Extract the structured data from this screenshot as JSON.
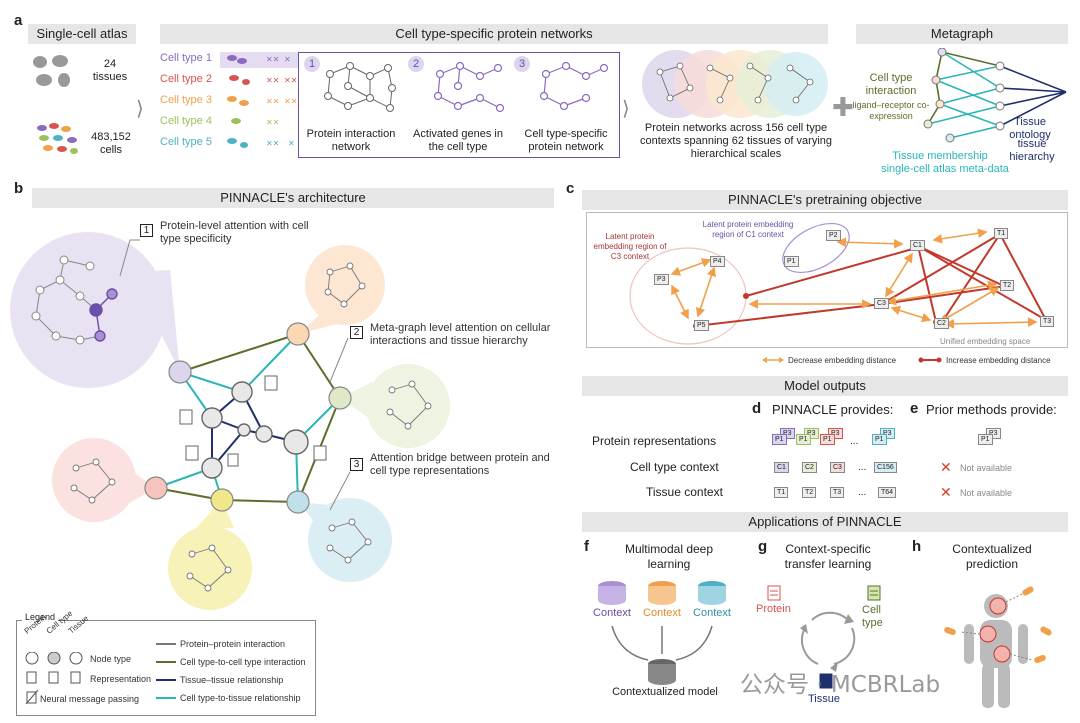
{
  "panel_labels": {
    "a": "a",
    "b": "b",
    "c": "c",
    "d": "d",
    "e": "e",
    "f": "f",
    "g": "g",
    "h": "h"
  },
  "panel_a": {
    "atlas_title": "Single-cell atlas",
    "tissues_count": "24",
    "tissues_label": "tissues",
    "cells_count": "483,152",
    "cells_label": "cells",
    "networks_title": "Cell type-specific protein networks",
    "cell_types": [
      {
        "label": "Cell type 1",
        "color": "#8a6bbf"
      },
      {
        "label": "Cell type 2",
        "color": "#d9534f"
      },
      {
        "label": "Cell type 3",
        "color": "#f0a04b"
      },
      {
        "label": "Cell type 4",
        "color": "#9bc25a"
      },
      {
        "label": "Cell type 5",
        "color": "#4fb0c6"
      }
    ],
    "steps": [
      {
        "num": "1",
        "label": "Protein interaction network"
      },
      {
        "num": "2",
        "label": "Activated genes in the cell type"
      },
      {
        "num": "3",
        "label": "Cell type-specific protein network"
      }
    ],
    "networks_caption": "Protein networks across 156 cell type contexts spanning 62 tissues of varying hierarchical scales",
    "metagraph_title": "Metagraph",
    "mg_cell_type_interaction": "Cell type interaction",
    "mg_ligand_receptor": "ligand–receptor co-expression",
    "mg_tissue_ontology": "Tissue ontology",
    "mg_tissue_hierarchy": "tissue hierarchy",
    "mg_tissue_membership": "Tissue membership",
    "mg_atlas_meta": "single-cell atlas meta-data"
  },
  "panel_b": {
    "title": "PINNACLE's architecture",
    "callouts": [
      {
        "num": "1",
        "text": "Protein-level attention with cell type specificity"
      },
      {
        "num": "2",
        "text": "Meta-graph level attention on cellular interactions and tissue hierarchy"
      },
      {
        "num": "3",
        "text": "Attention bridge between protein and cell type representations"
      }
    ],
    "legend": {
      "title": "Legend",
      "col_protein": "Protein",
      "col_cell_type": "Cell type",
      "col_tissue": "Tissue",
      "node_type": "Node type",
      "representation": "Representation",
      "message_passing": "Neural message passing",
      "edges": [
        {
          "label": "Protein–protein interaction",
          "color": "#777777"
        },
        {
          "label": "Cell type-to-cell type interaction",
          "color": "#5b6e2a"
        },
        {
          "label": "Tissue–tissue relationship",
          "color": "#1f2f6b"
        },
        {
          "label": "Cell type-to-tissue relationship",
          "color": "#2bb5b8"
        }
      ]
    }
  },
  "panel_c": {
    "title": "PINNACLE's pretraining objective",
    "region_c3": "Latent protein embedding region of C3 context",
    "region_c1": "Latent protein embedding region of C1 context",
    "space_label": "Unified embedding space",
    "nodes": [
      "P1",
      "P2",
      "P3",
      "P4",
      "P5",
      "C1",
      "C2",
      "C3",
      "T1",
      "T2",
      "T3"
    ],
    "legend_decrease": "Decrease embedding distance",
    "legend_increase": "Increase embedding distance",
    "color_decrease": "#f0a04b",
    "color_increase": "#c0392b"
  },
  "outputs": {
    "title": "Model outputs",
    "pinnacle_provides": "PINNACLE provides:",
    "prior_provides": "Prior methods provide:",
    "rows": [
      "Protein representations",
      "Cell type context",
      "Tissue context"
    ],
    "cell_chips": [
      "C1",
      "C2",
      "C3",
      "...",
      "C156"
    ],
    "tissue_chips": [
      "T1",
      "T2",
      "T3",
      "...",
      "T64"
    ],
    "protein_chip": "P1",
    "protein_chip_back": "P3",
    "not_available": "Not available"
  },
  "applications": {
    "title": "Applications of PINNACLE",
    "f_title": "Multimodal deep learning",
    "g_title": "Context-specific transfer learning",
    "h_title": "Contextualized prediction",
    "context_label": "Context",
    "contextualized_model": "Contextualized model",
    "g_protein": "Protein",
    "g_cell_type": "Cell type",
    "g_tissue": "Tissue"
  },
  "watermark": "公众号 · MCBRLab"
}
